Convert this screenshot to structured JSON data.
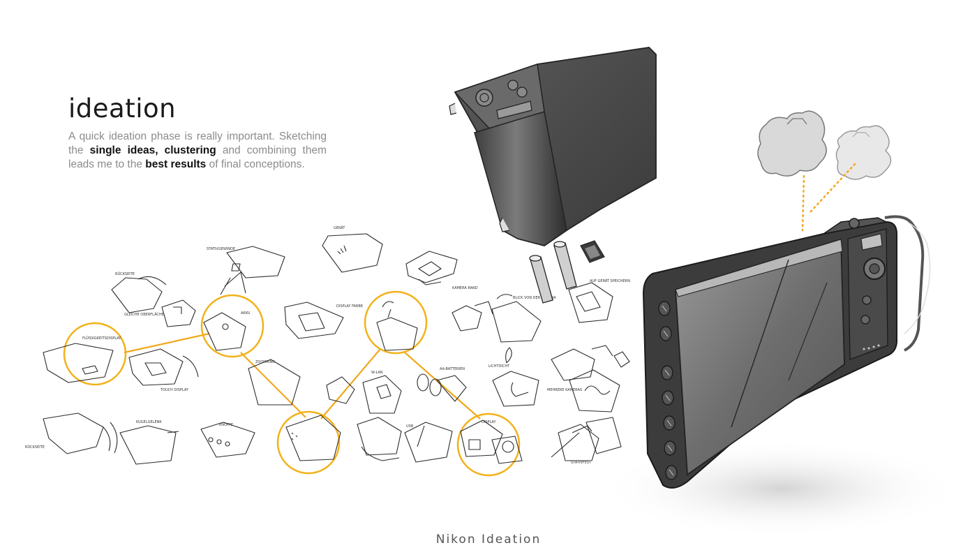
{
  "header": {
    "title": "ideation",
    "desc_1": "A quick ideation phase is really important. Sketching the ",
    "desc_b1": "single ideas, clustering",
    "desc_2": " and combining them leads me to the ",
    "desc_b2": "best results",
    "desc_3": " of final conceptions."
  },
  "footer": {
    "caption": "Nikon Ideation"
  },
  "colors": {
    "accent": "#f5a623",
    "circle": "#f2b21b",
    "line": "#f0a81c",
    "ink": "#2b2b2b",
    "body_dark": "#4a4a4a",
    "bubble": "#d9d9d9"
  },
  "icons": [
    "cloud-bubble-icon",
    "camera-silhouette-icon",
    "battery-icon",
    "sd-card-icon"
  ],
  "sketch_labels": [
    "GERÄT",
    "STATIVGEWINDE",
    "RÜCKSEITE",
    "GLEICHE OBERFLÄCHE",
    "FLÜSSIGKEITSDISPLAY",
    "TOUCH DISPLAY",
    "DISPLAY FARBE",
    "ZOOMRING",
    "AKKU",
    "KAMERA RAND",
    "BLICK VON DER KAMERA",
    "AUF GERÄT SPEICHERN",
    "AA-BATTERIEN",
    "W-LAN",
    "LICHTDICHT",
    "MEHRERE KAMERAS",
    "KUGELGELENK",
    "KNÖPFE",
    "USB",
    "DISPLAY",
    "STATIVFEST",
    "RÜCKSEITE"
  ]
}
